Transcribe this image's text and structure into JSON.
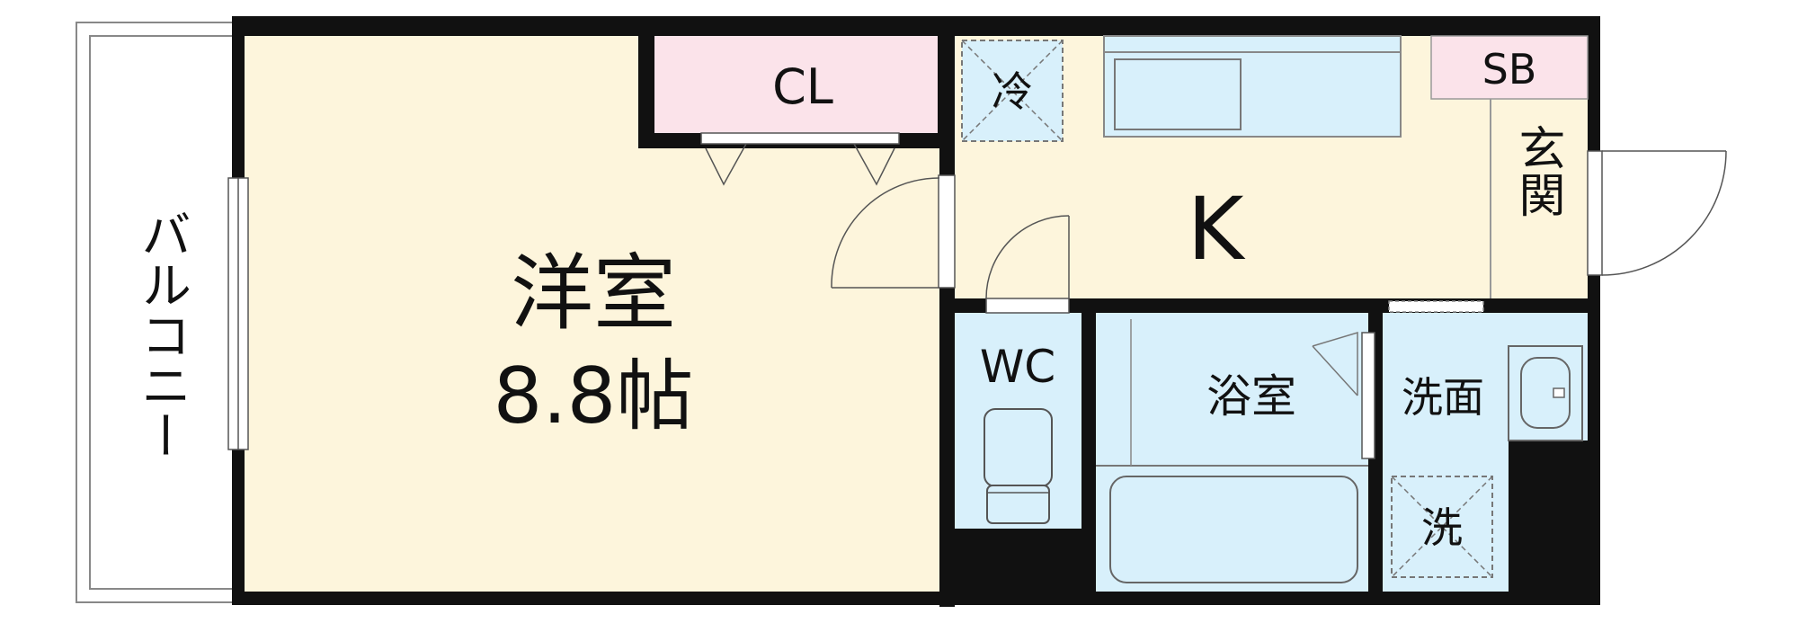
{
  "rooms": {
    "western_room_name": "洋室",
    "western_room_size": "8.8帖",
    "closet": "CL",
    "kitchen": "K",
    "shoe_box": "SB",
    "entrance": "玄関",
    "toilet": "WC",
    "bathroom": "浴室",
    "washroom": "洗面",
    "balcony": "バルコニー",
    "fridge_space": "冷",
    "washer_space": "洗"
  },
  "colors": {
    "room_floor": "#fdf5dc",
    "closet_fill": "#fbe3ea",
    "wet_area": "#d8f0fb",
    "wall": "#111111",
    "balcony_fill": "#ffffff"
  }
}
